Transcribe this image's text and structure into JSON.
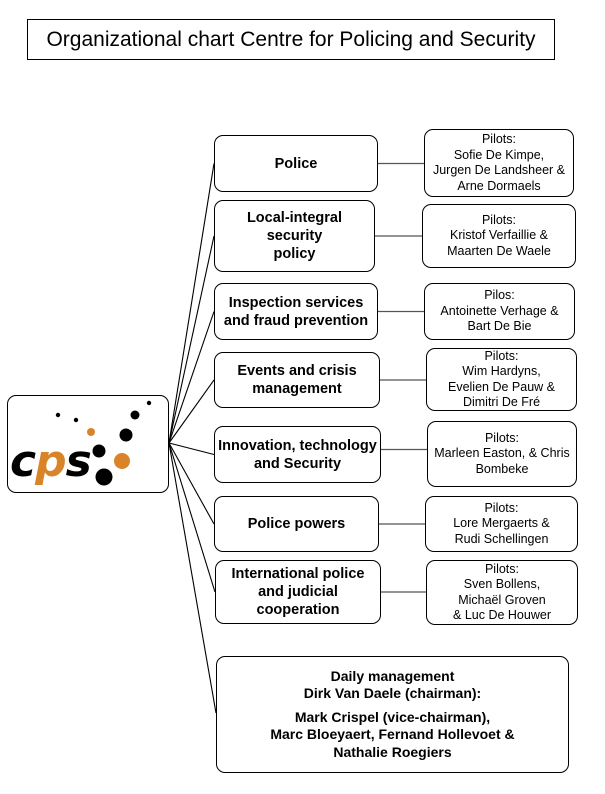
{
  "title": "Organizational chart Centre for Policing and Security",
  "logo": {
    "text_c": "c",
    "text_p": "p",
    "text_s": "s",
    "accent_color": "#D98428",
    "dark_color": "#000000"
  },
  "units": [
    {
      "name_lines": [
        "Police"
      ],
      "pilot_lines": [
        "Pilots:",
        "Sofie De Kimpe,",
        "Jurgen De Landsheer &",
        "Arne Dormaels"
      ]
    },
    {
      "name_lines": [
        "Local-integral security",
        "policy"
      ],
      "pilot_lines": [
        "Pilots:",
        "Kristof Verfaillie &",
        "Maarten De Waele"
      ]
    },
    {
      "name_lines": [
        "Inspection services",
        "and fraud prevention"
      ],
      "pilot_lines": [
        "Pilos:",
        "Antoinette Verhage &",
        "Bart De Bie"
      ]
    },
    {
      "name_lines": [
        "Events and crisis",
        "management"
      ],
      "pilot_lines": [
        "Pilots:",
        "Wim Hardyns,",
        "Evelien De Pauw &",
        "Dimitri De Fré"
      ]
    },
    {
      "name_lines": [
        "Innovation, technology",
        "and Security"
      ],
      "pilot_lines": [
        "Pilots:",
        "Marleen Easton, & Chris",
        "Bombeke"
      ]
    },
    {
      "name_lines": [
        "Police powers"
      ],
      "pilot_lines": [
        "Pilots:",
        "Lore Mergaerts &",
        "Rudi Schellingen"
      ]
    },
    {
      "name_lines": [
        "International police",
        "and judicial",
        "cooperation"
      ],
      "pilot_lines": [
        "Pilots:",
        "Sven Bollens,",
        "Michaël Groven",
        "& Luc De Houwer"
      ]
    }
  ],
  "daily_management": {
    "lines_top": [
      "Daily management",
      "Dirk Van Daele (chairman):"
    ],
    "lines_bottom": [
      "Mark Crispel (vice-chairman),",
      "Marc Bloeyaert, Fernand Hollevoet &",
      "Nathalie Roegiers"
    ]
  }
}
